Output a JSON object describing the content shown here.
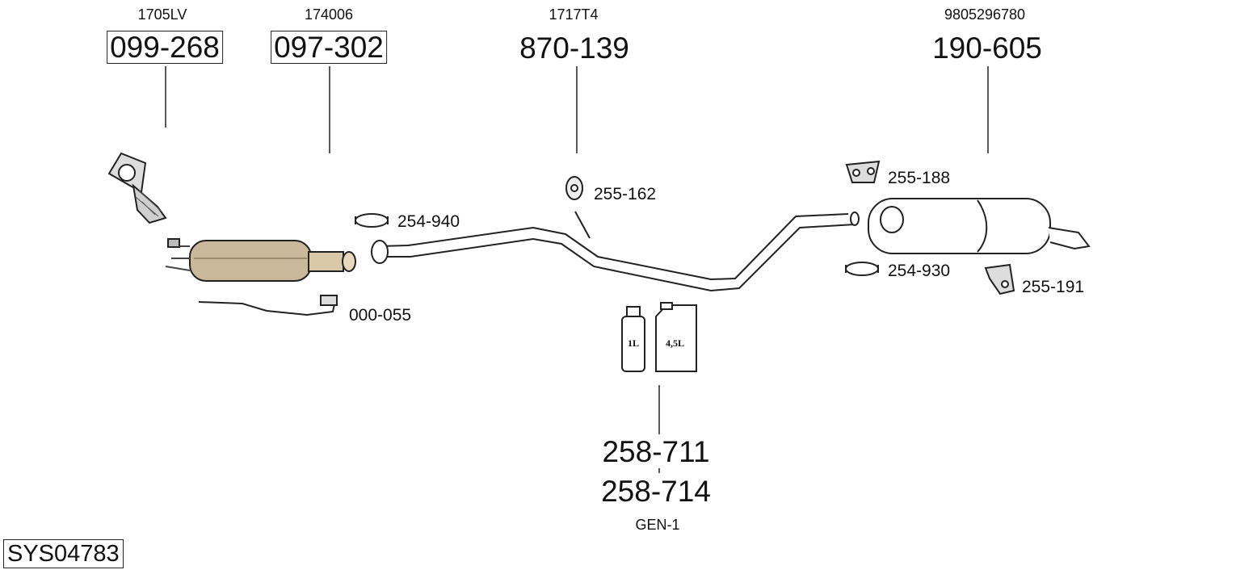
{
  "diagram": {
    "parts": [
      {
        "oem": "1705LV",
        "number": "099-268"
      },
      {
        "oem": "174006",
        "number": "097-302"
      },
      {
        "oem": "1717T4",
        "number": "870-139"
      },
      {
        "oem": "9805296780",
        "number": "190-605"
      }
    ],
    "accessories": [
      {
        "number": "254-940"
      },
      {
        "number": "255-162"
      },
      {
        "number": "000-055"
      },
      {
        "number": "255-188"
      },
      {
        "number": "254-930"
      },
      {
        "number": "255-191"
      }
    ],
    "fluids": {
      "numbers": [
        "258-711",
        "258-714"
      ],
      "code": "GEN-1",
      "small_label": "1L",
      "large_label": "4,5L"
    },
    "system_id": "SYS04783"
  }
}
